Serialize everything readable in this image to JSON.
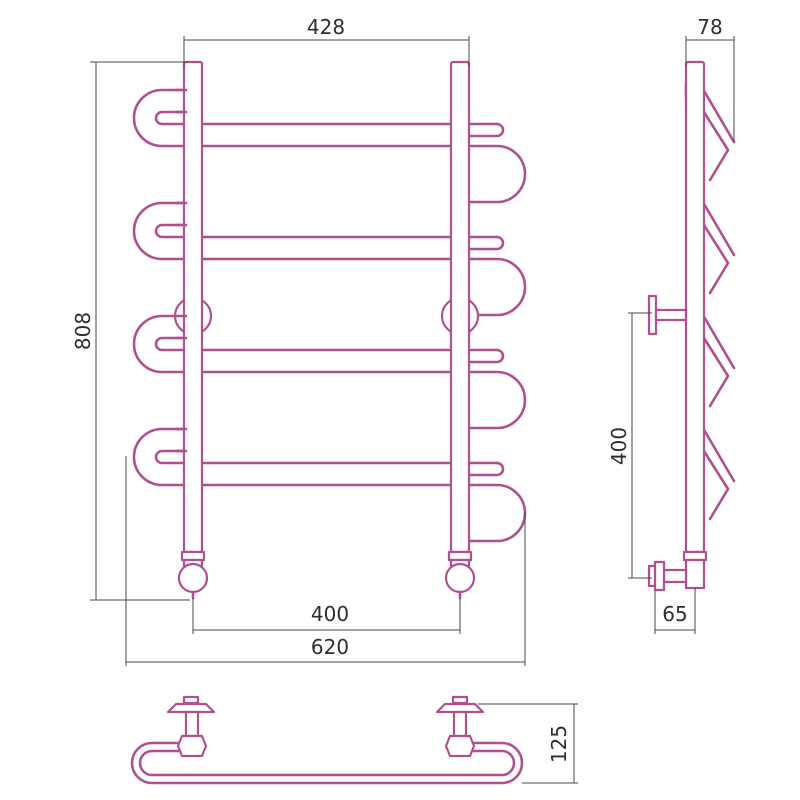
{
  "dimensions": {
    "top_width": "428",
    "side_depth": "78",
    "height": "808",
    "connection_distance": "400",
    "overall_width": "620",
    "side_connection_height": "400",
    "side_wall_offset": "65",
    "bottom_depth": "125"
  },
  "colors": {
    "tube": "#b0508f",
    "dimension_line": "#4a4a4a",
    "text": "#2e2e2e"
  }
}
